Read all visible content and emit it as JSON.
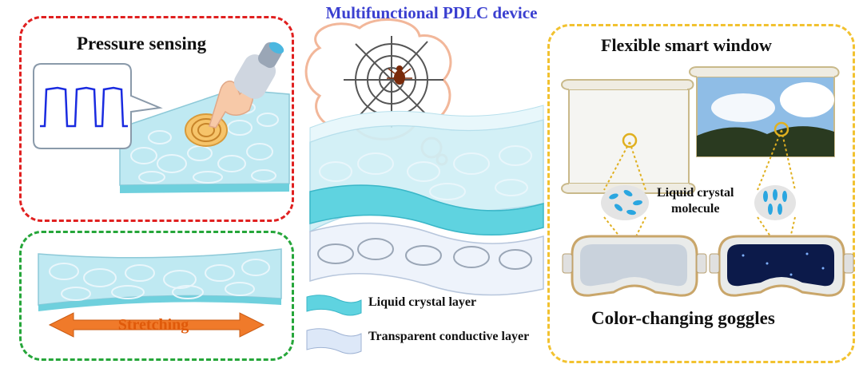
{
  "title": "Multifunctional PDLC device",
  "panels": {
    "pressure": {
      "label": "Pressure sensing"
    },
    "stretch": {
      "label": "Stretching"
    },
    "window": {
      "label": "Flexible smart window"
    },
    "goggles": {
      "label": "Color-changing goggles"
    },
    "molecule": {
      "line1": "Liquid crystal",
      "line2": "molecule"
    }
  },
  "legend": {
    "lc_layer": "Liquid crystal layer",
    "conductive_layer": "Transparent conductive layer"
  },
  "colors": {
    "title": "#3a3fd0",
    "pressure_border": "#e02020",
    "stretch_border": "#26a63a",
    "window_border": "#f2c230",
    "stretch_arrow": "#f07a2a",
    "lc_layer": "#5fd3e0",
    "signal": "#1a2be0"
  },
  "icons": [
    "hand-icon",
    "spider-web-icon",
    "spider-icon",
    "scroll-icon",
    "goggles-icon",
    "thought-bubble-icon"
  ]
}
